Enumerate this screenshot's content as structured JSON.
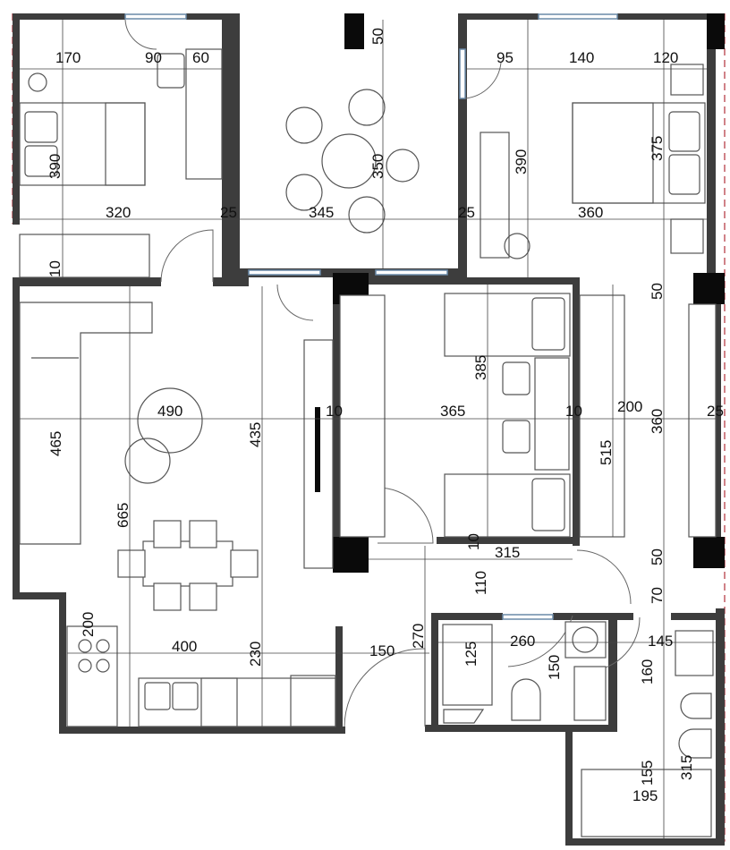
{
  "plan": {
    "wall_color": "#3d3d3d",
    "pillar_color": "#0a0a0a",
    "boundary_color": "#b0303a",
    "window_color": "#6a8aa8"
  },
  "dimensions": {
    "bed1_a": "170",
    "bed1_b": "90",
    "bed1_c": "60",
    "bed1_depth": "390",
    "bed1_width": "320",
    "wall_25_left": "25",
    "balcony_top": "50",
    "balcony_depth": "350",
    "balcony_width": "345",
    "wall_25_right": "25",
    "bed2_a": "95",
    "bed2_b": "140",
    "bed2_c": "120",
    "bed2_depth_a": "390",
    "bed2_depth_b": "375",
    "bed2_width": "360",
    "bed1_wall_10": "10",
    "pillar_50_top": "50",
    "living_490": "490",
    "living_435": "435",
    "kids_wall_left": "10",
    "kids_width": "365",
    "kids_wall_right": "10",
    "corridor_200": "200",
    "bed2_360": "360",
    "right_wall_25": "25",
    "sofa_465": "465",
    "kids_385": "385",
    "kids_515": "515",
    "living_665": "665",
    "kids_bottom_10": "10",
    "corridor_315": "315",
    "pillar_50_bottom": "50",
    "hall_110": "110",
    "hall_70": "70",
    "kitchen_200": "200",
    "hall_270": "270",
    "kitchen_400": "400",
    "kitchen_230": "230",
    "entry_150": "150",
    "shower_125": "125",
    "bath1_260": "260",
    "bath1_150": "150",
    "bath2_145": "145",
    "bath2_160": "160",
    "bath2_155": "155",
    "bath2_315": "315",
    "bath2_195": "195"
  }
}
